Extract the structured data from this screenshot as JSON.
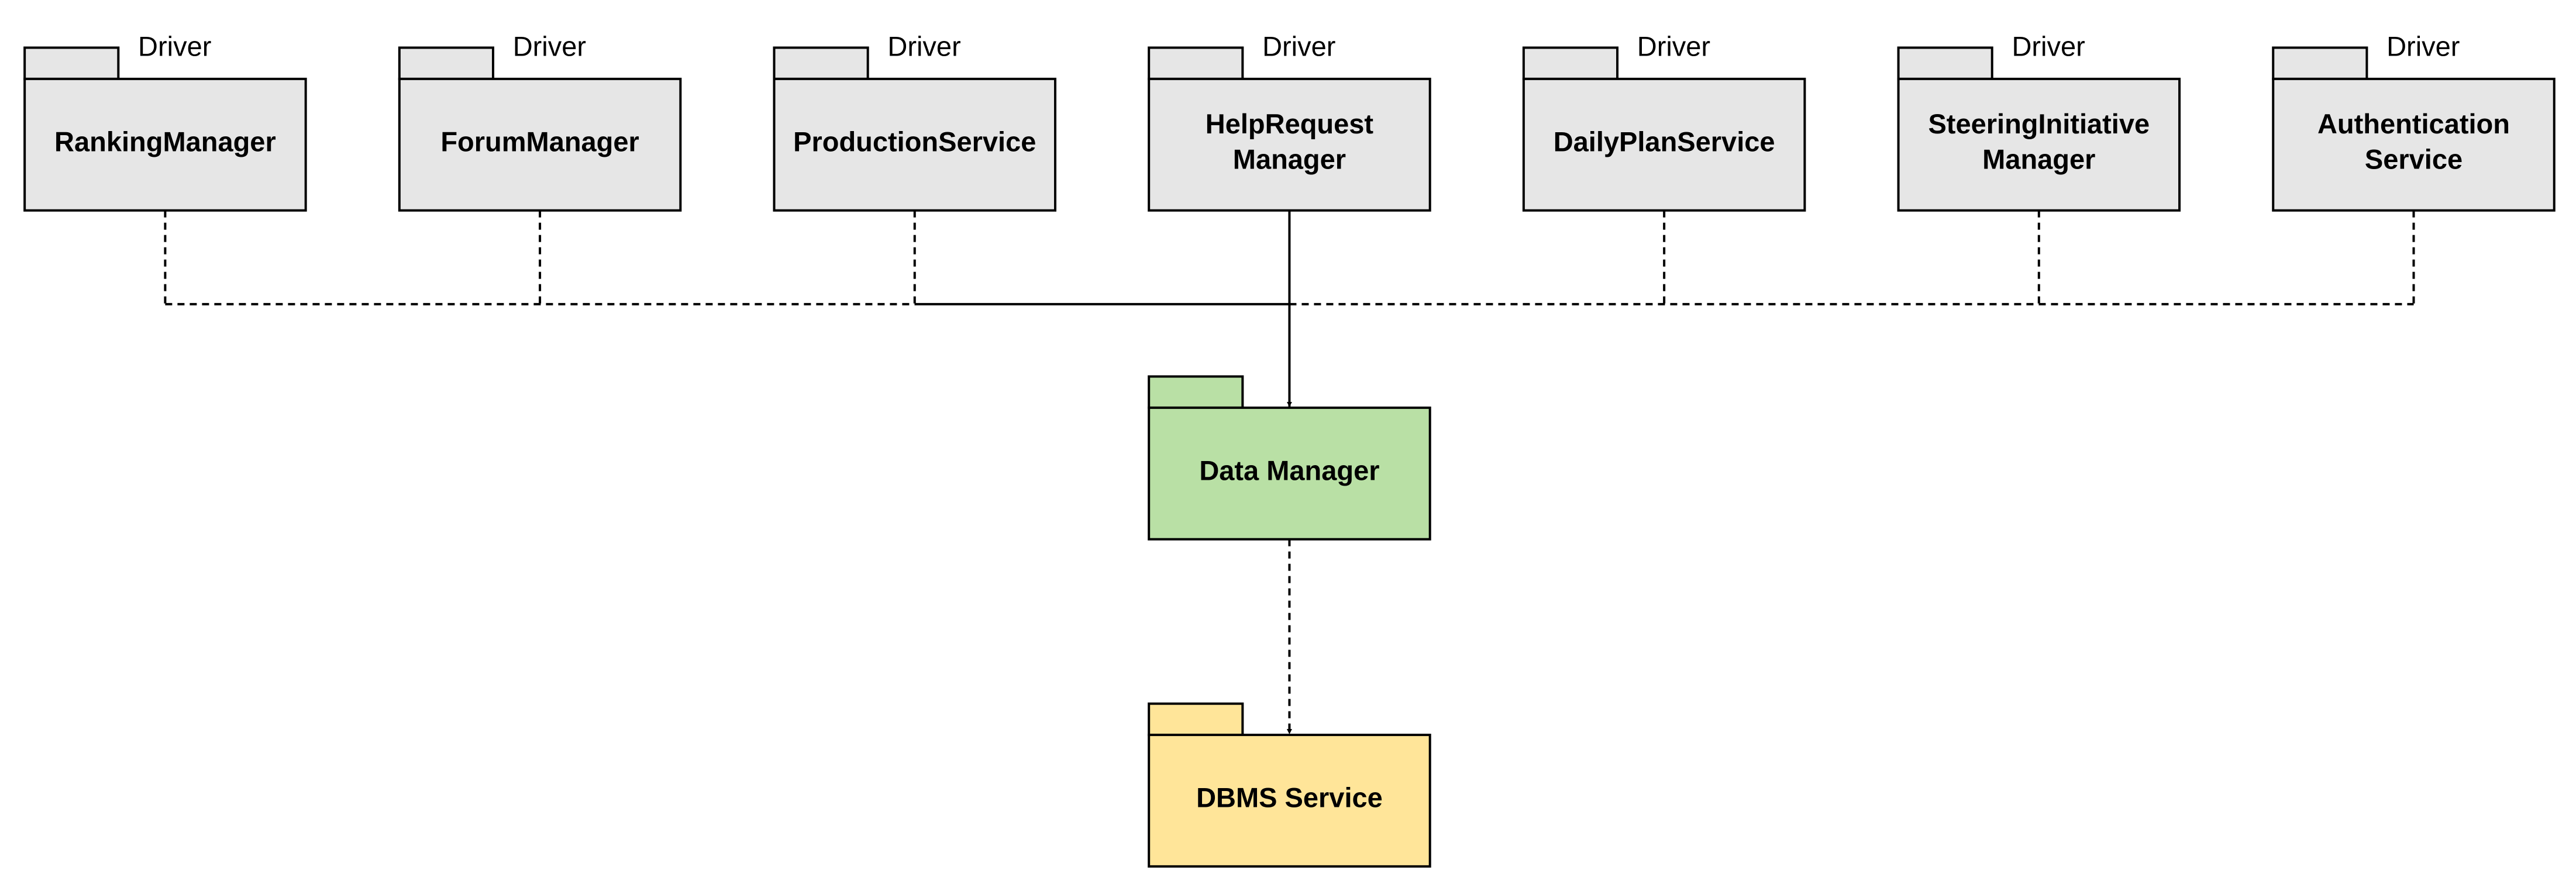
{
  "diagram": {
    "colors": {
      "driver_fill": "#e6e6e6",
      "data_manager_fill": "#b9e0a5",
      "dbms_fill": "#ffe599",
      "stroke": "#000000"
    },
    "drivers": [
      {
        "stereotype": "Driver",
        "name_lines": [
          "RankingManager"
        ]
      },
      {
        "stereotype": "Driver",
        "name_lines": [
          "ForumManager"
        ]
      },
      {
        "stereotype": "Driver",
        "name_lines": [
          "ProductionService"
        ]
      },
      {
        "stereotype": "Driver",
        "name_lines": [
          "HelpRequest",
          "Manager"
        ]
      },
      {
        "stereotype": "Driver",
        "name_lines": [
          "DailyPlanService"
        ]
      },
      {
        "stereotype": "Driver",
        "name_lines": [
          "SteeringInitiative",
          "Manager"
        ]
      },
      {
        "stereotype": "Driver",
        "name_lines": [
          "Authentication",
          "Service"
        ]
      }
    ],
    "data_manager": {
      "name": "Data Manager"
    },
    "dbms": {
      "name": "DBMS Service"
    }
  }
}
